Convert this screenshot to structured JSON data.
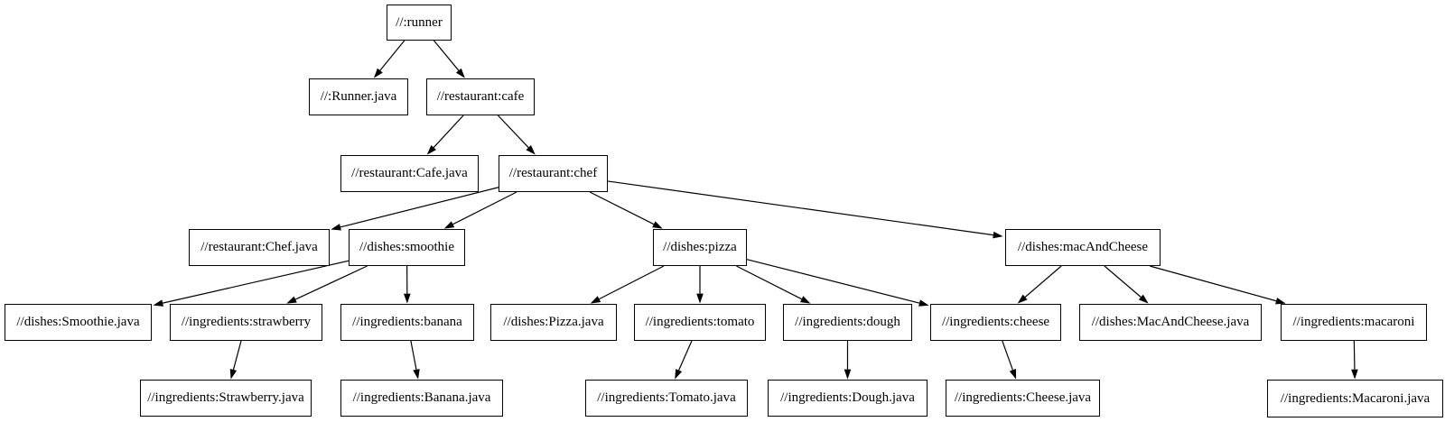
{
  "diagram": {
    "type": "dependency-graph",
    "description": "Bazel target dependency graph",
    "colors": {
      "background": "#ffffff",
      "node_fill": "#ffffff",
      "node_border": "#000000",
      "edge": "#000000",
      "text": "#000000"
    },
    "nodes": [
      {
        "id": "runner",
        "label": "//:runner"
      },
      {
        "id": "runner_java",
        "label": "//:Runner.java"
      },
      {
        "id": "cafe",
        "label": "//restaurant:cafe"
      },
      {
        "id": "cafe_java",
        "label": "//restaurant:Cafe.java"
      },
      {
        "id": "chef",
        "label": "//restaurant:chef"
      },
      {
        "id": "chef_java",
        "label": "//restaurant:Chef.java"
      },
      {
        "id": "smoothie",
        "label": "//dishes:smoothie"
      },
      {
        "id": "pizza",
        "label": "//dishes:pizza"
      },
      {
        "id": "macandcheese",
        "label": "//dishes:macAndCheese"
      },
      {
        "id": "smoothie_java",
        "label": "//dishes:Smoothie.java"
      },
      {
        "id": "strawberry",
        "label": "//ingredients:strawberry"
      },
      {
        "id": "banana",
        "label": "//ingredients:banana"
      },
      {
        "id": "pizza_java",
        "label": "//dishes:Pizza.java"
      },
      {
        "id": "tomato",
        "label": "//ingredients:tomato"
      },
      {
        "id": "dough",
        "label": "//ingredients:dough"
      },
      {
        "id": "cheese",
        "label": "//ingredients:cheese"
      },
      {
        "id": "macandcheese_java",
        "label": "//dishes:MacAndCheese.java"
      },
      {
        "id": "macaroni",
        "label": "//ingredients:macaroni"
      },
      {
        "id": "strawberry_java",
        "label": "//ingredients:Strawberry.java"
      },
      {
        "id": "banana_java",
        "label": "//ingredients:Banana.java"
      },
      {
        "id": "tomato_java",
        "label": "//ingredients:Tomato.java"
      },
      {
        "id": "dough_java",
        "label": "//ingredients:Dough.java"
      },
      {
        "id": "cheese_java",
        "label": "//ingredients:Cheese.java"
      },
      {
        "id": "macaroni_java",
        "label": "//ingredients:Macaroni.java"
      }
    ],
    "edges": [
      {
        "from": "runner",
        "to": "runner_java"
      },
      {
        "from": "runner",
        "to": "cafe"
      },
      {
        "from": "cafe",
        "to": "cafe_java"
      },
      {
        "from": "cafe",
        "to": "chef"
      },
      {
        "from": "chef",
        "to": "chef_java"
      },
      {
        "from": "chef",
        "to": "smoothie"
      },
      {
        "from": "chef",
        "to": "pizza"
      },
      {
        "from": "chef",
        "to": "macandcheese"
      },
      {
        "from": "smoothie",
        "to": "smoothie_java"
      },
      {
        "from": "smoothie",
        "to": "strawberry"
      },
      {
        "from": "smoothie",
        "to": "banana"
      },
      {
        "from": "pizza",
        "to": "pizza_java"
      },
      {
        "from": "pizza",
        "to": "tomato"
      },
      {
        "from": "pizza",
        "to": "dough"
      },
      {
        "from": "pizza",
        "to": "cheese"
      },
      {
        "from": "macandcheese",
        "to": "cheese"
      },
      {
        "from": "macandcheese",
        "to": "macandcheese_java"
      },
      {
        "from": "macandcheese",
        "to": "macaroni"
      },
      {
        "from": "strawberry",
        "to": "strawberry_java"
      },
      {
        "from": "banana",
        "to": "banana_java"
      },
      {
        "from": "tomato",
        "to": "tomato_java"
      },
      {
        "from": "dough",
        "to": "dough_java"
      },
      {
        "from": "cheese",
        "to": "cheese_java"
      },
      {
        "from": "macaroni",
        "to": "macaroni_java"
      }
    ]
  }
}
